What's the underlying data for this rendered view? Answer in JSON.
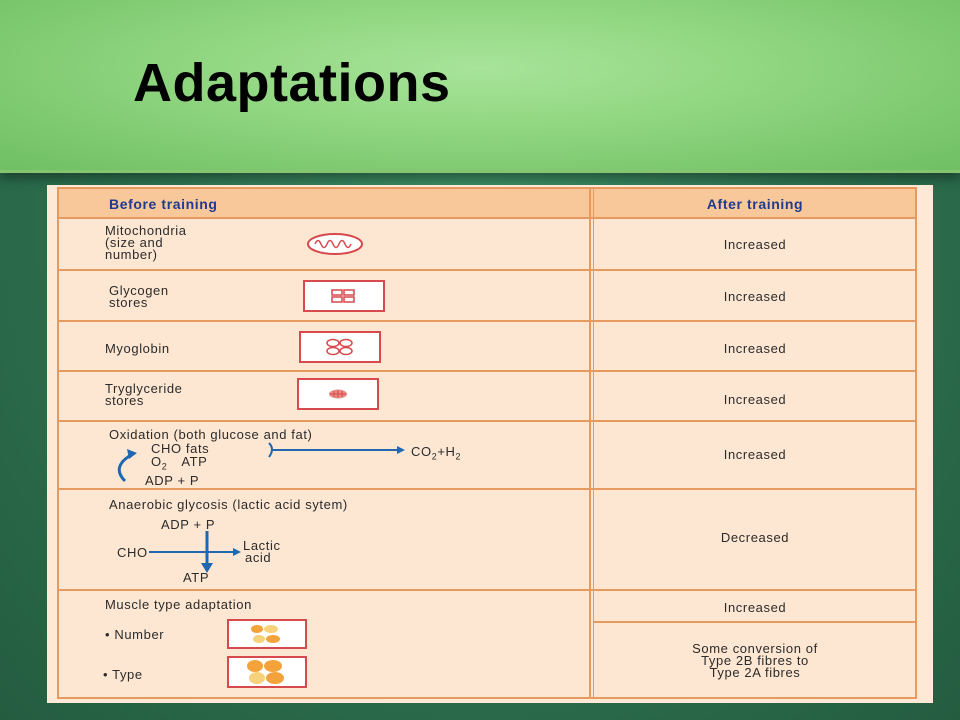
{
  "slide": {
    "title": "Adaptations"
  },
  "table": {
    "header_before": "Before training",
    "header_after": "After training",
    "rows": [
      {
        "label": "Mitochondria\n(size and\nnumber)",
        "icon": "mitochondria-icon",
        "after": "Increased"
      },
      {
        "label": "Glycogen\nstores",
        "icon": "glycogen-icon",
        "after": "Increased"
      },
      {
        "label": "Myoglobin",
        "icon": "myoglobin-icon",
        "after": "Increased"
      },
      {
        "label": "Tryglyceride\nstores",
        "icon": "triglyceride-icon",
        "after": "Increased"
      },
      {
        "label": "Oxidation (both glucose and fat)",
        "diagram": {
          "line1": "CHO fats",
          "line2_o": "O",
          "line2_sub": "2",
          "line2_atp": "ATP",
          "product_co": "CO",
          "product_sub": "2",
          "product_rest": "+H",
          "product_sub2": "2",
          "adp": "ADP + P"
        },
        "after": "Increased"
      },
      {
        "label": "Anaerobic glycosis (lactic acid sytem)",
        "diagram": {
          "adp": "ADP + P",
          "cho": "CHO",
          "lactic1": "Lactic",
          "lactic2": "acid",
          "atp": "ATP"
        },
        "after": "Decreased"
      },
      {
        "label": "Muscle type adaptation",
        "sub": [
          {
            "label": "• Number",
            "icon": "muscle-number-icon"
          },
          {
            "label": "• Type",
            "icon": "muscle-type-icon"
          }
        ],
        "after": "Increased",
        "after2": "Some conversion of\nType 2B fibres to\nType 2A fibres"
      }
    ]
  },
  "colors": {
    "header_green": "#a7e49a",
    "bg_green": "#2f7a55",
    "table_bg": "#fde7d2",
    "table_border": "#e79a5f",
    "header_text": "#1f3a8f",
    "icon_red": "#d6494d",
    "arrow_blue": "#1f67b1",
    "fibre_orange": "#f4a23a",
    "fibre_yellow": "#f8d27a"
  }
}
